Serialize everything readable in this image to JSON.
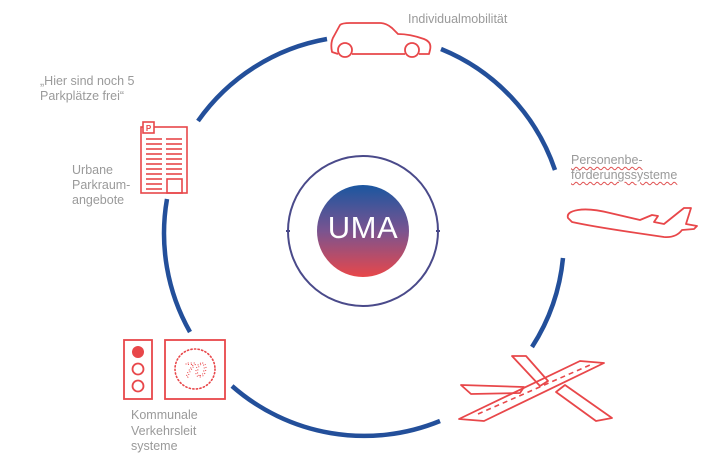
{
  "center": {
    "label": "UMA",
    "gradient_top": "#1b56a0",
    "gradient_bottom": "#e8474a",
    "ring_color": "#4a4a8a"
  },
  "colors": {
    "ring": "#234f9a",
    "icon": "#e8474a",
    "text": "#9a9a9a",
    "spellcheck": "#e05050"
  },
  "nodes": [
    {
      "id": "individualmobilitaet",
      "icon": "car-icon",
      "lines": [
        "Individualmobilität"
      ]
    },
    {
      "id": "personenbefoerderung",
      "icon": "airplane-icon",
      "lines": [
        "Personenbe-",
        "förderungssysteme"
      ],
      "spellcheck_underline": true
    },
    {
      "id": "flughafen",
      "icon": "runway-icon",
      "lines": []
    },
    {
      "id": "verkehrsleitsysteme",
      "icon": "traffic-light-icon",
      "icon2": "speed-limit-sign-icon",
      "speed_limit": "70",
      "lines": [
        "Kommunale",
        "Verkehrsleit",
        "systeme"
      ]
    },
    {
      "id": "parkraum",
      "icon": "parking-garage-icon",
      "parking_sign": "P",
      "lines": [
        "Urbane",
        "Parkraum-",
        "angebote"
      ]
    }
  ],
  "quote": {
    "lines": [
      "„Hier sind noch 5",
      "Parkplätze frei“"
    ]
  }
}
